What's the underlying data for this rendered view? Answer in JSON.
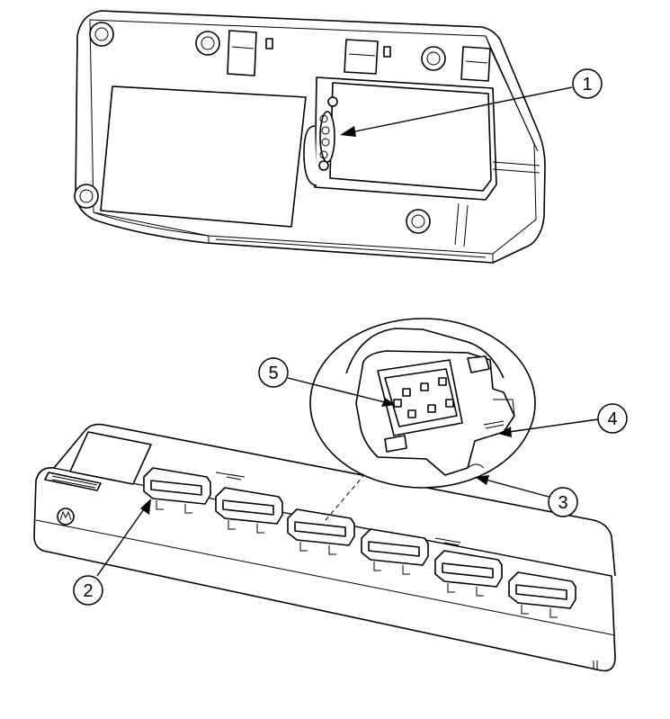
{
  "callouts": [
    {
      "id": "1",
      "label": "1"
    },
    {
      "id": "2",
      "label": "2"
    },
    {
      "id": "3",
      "label": "3"
    },
    {
      "id": "4",
      "label": "4"
    },
    {
      "id": "5",
      "label": "5"
    }
  ],
  "charger": {
    "pocket_count": 6,
    "logo": "Motorola"
  }
}
